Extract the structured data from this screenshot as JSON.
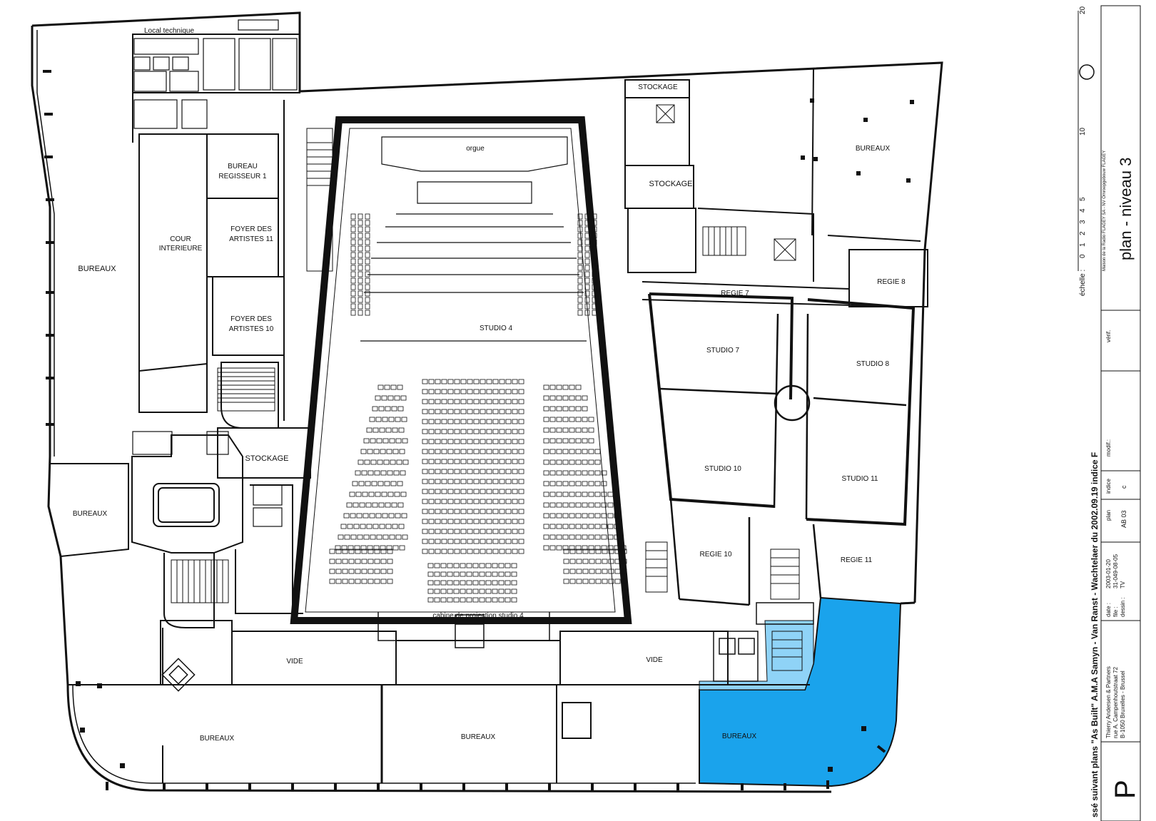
{
  "rooms": {
    "local_technique": "Local technique",
    "bureaux_left": "BUREAUX",
    "cour_l1": "COUR",
    "cour_l2": "INTERIEURE",
    "bureau_regisseur_l1": "BUREAU",
    "bureau_regisseur_l2": "REGISSEUR 1",
    "foyer11_l1": "FOYER DES",
    "foyer11_l2": "ARTISTES 11",
    "foyer10_l1": "FOYER DES",
    "foyer10_l2": "ARTISTES 10",
    "stockage_left": "STOCKAGE",
    "bureaux_west": "BUREAUX",
    "orgue": "orgue",
    "studio_4": "STUDIO 4",
    "cabine": "cabine de projection studio 4",
    "stockage_top": "STOCKAGE",
    "stockage_mid": "STOCKAGE",
    "bureaux_ne": "BUREAUX",
    "regie_7": "REGIE 7",
    "regie_8": "REGIE 8",
    "studio_7": "STUDIO 7",
    "studio_8": "STUDIO 8",
    "studio_10": "STUDIO 10",
    "studio_11": "STUDIO 11",
    "regie_10": "REGIE 10",
    "regie_11": "REGIE 11",
    "vide_left": "VIDE",
    "vide_right": "VIDE",
    "bureaux_sw": "BUREAUX",
    "bureaux_s": "BUREAUX",
    "bureaux_se": "BUREAUX"
  },
  "highlight_color": "#1aa3ec",
  "titleblock": {
    "scale_numbers": [
      "20",
      "10",
      "5",
      "4",
      "3",
      "2",
      "1",
      "0"
    ],
    "echelle": "échelle :",
    "client": "Maison de la Radio FLAGEY SA - NV Omroepgebouw FLAGEY",
    "plan_title": "plan - niveau 3",
    "verif": "vérif.",
    "modif": "modif.:",
    "indice_label": "indice",
    "indice_value": "c",
    "plan_label": "plan",
    "plan_value": "AB 03",
    "date_label": "date :",
    "date_value": "2003-01-20",
    "file_label": "file :",
    "file_value": "31-049-08-05",
    "dessin_label": "dessin :",
    "dessin_value": "TV",
    "firm_line1": "Thierry Andersen & Partners",
    "firm_line2": "rue A. Campenhoutstraat 72",
    "firm_line3": "B-1050 Bruxelles - Brussel",
    "note": "ssé suivant plans \"As Built\" A.M.A Samyn - Van Ranst - Wachtelaer du 2002.09.19 indice F"
  }
}
